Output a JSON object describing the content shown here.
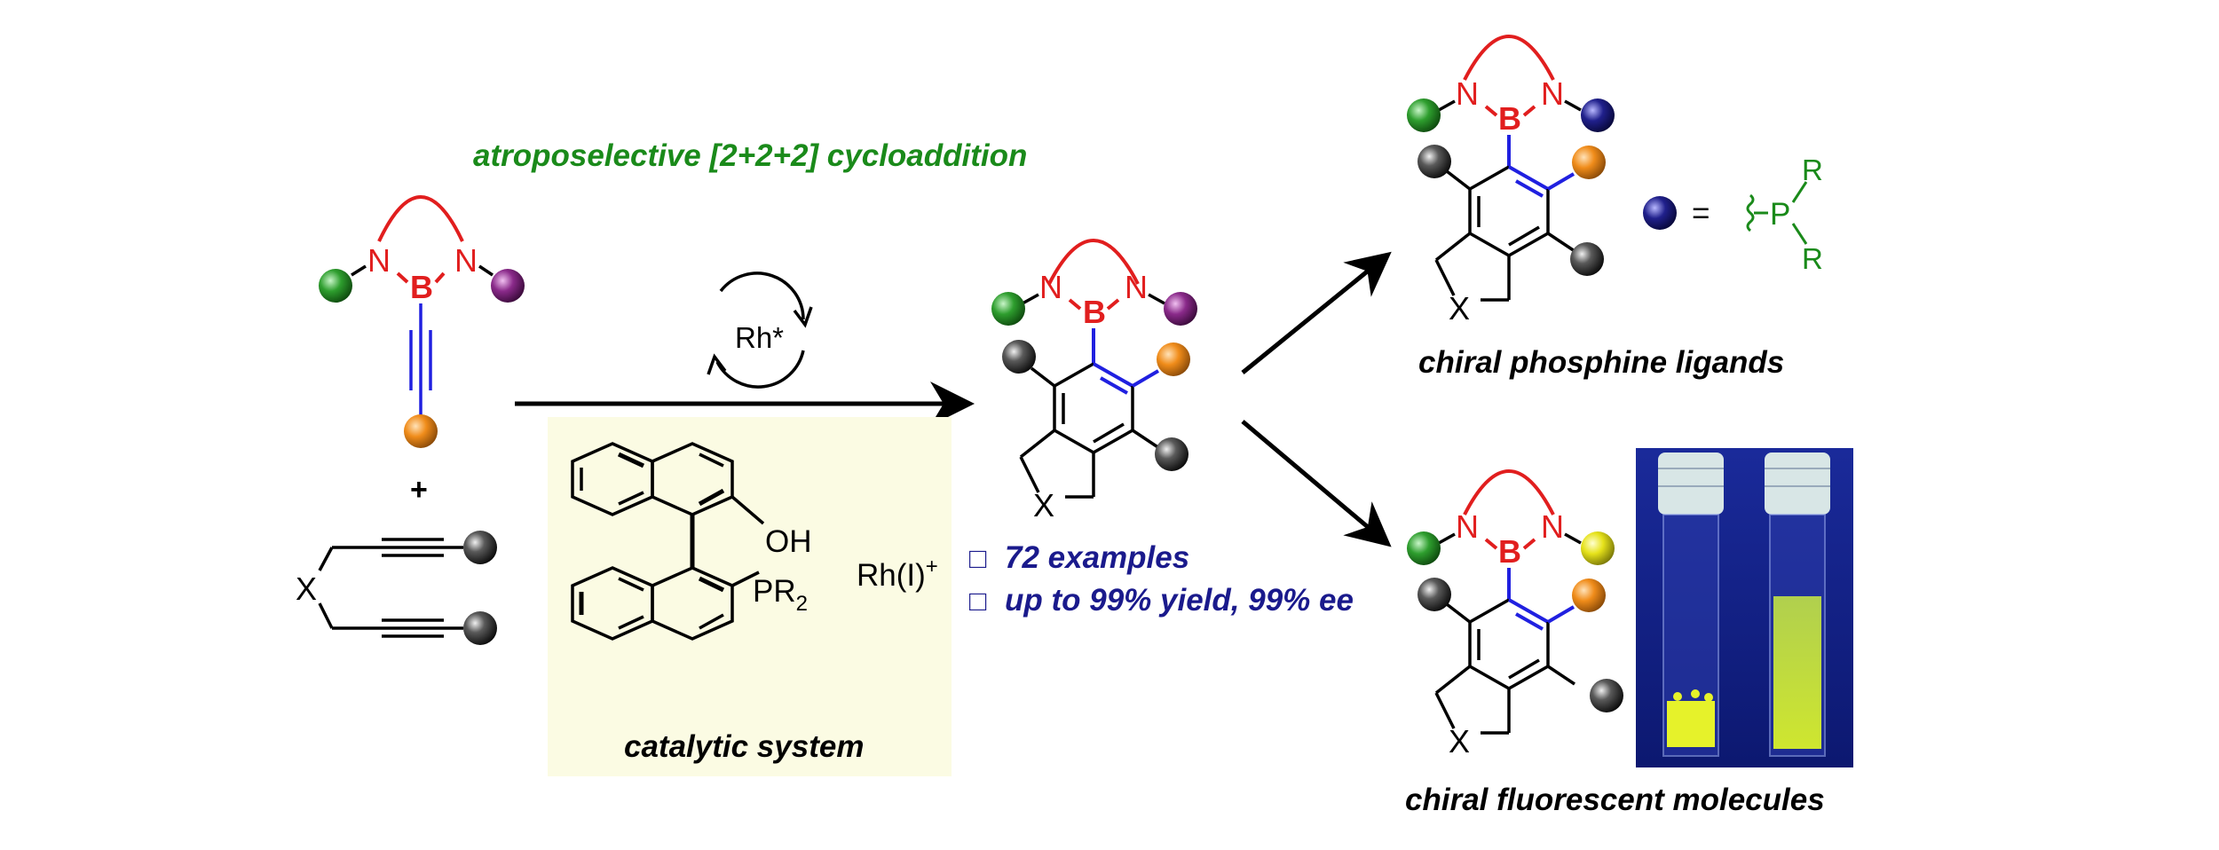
{
  "title": "atroposelective [2+2+2] cycloaddition",
  "reagents": {
    "plus": "+",
    "x_linker": "X",
    "boron_atom": "B",
    "nitrogen_atom": "N"
  },
  "catalyst": {
    "rh_label": "Rh*",
    "oh": "OH",
    "pr": "PR",
    "pr_sub": "2",
    "rh_complex": "Rh(I)",
    "rh_charge": "+",
    "box_label": "catalytic system"
  },
  "results": {
    "examples": "72 examples",
    "yield": "up to 99% yield, 99% ee",
    "bullet": "□"
  },
  "applications": {
    "phosphine_label": "chiral phosphine ligands",
    "fluorescent_label": "chiral fluorescent molecules",
    "equals": "=",
    "p_atom": "P",
    "r_top": "R",
    "r_bottom": "R"
  },
  "colors": {
    "green_text": "#1a8a1a",
    "navy_text": "#1a1a8c",
    "red_ring": "#e11e1e",
    "blue_bond": "#2020e0",
    "box_fill": "#fbfbe3",
    "ball_green": "#2e9e2e",
    "ball_purple": "#8a2a8a",
    "ball_orange": "#f08c1a",
    "ball_blue": "#20208c",
    "ball_yellow": "#e6e21a",
    "ball_black": "#2a2a2a"
  }
}
